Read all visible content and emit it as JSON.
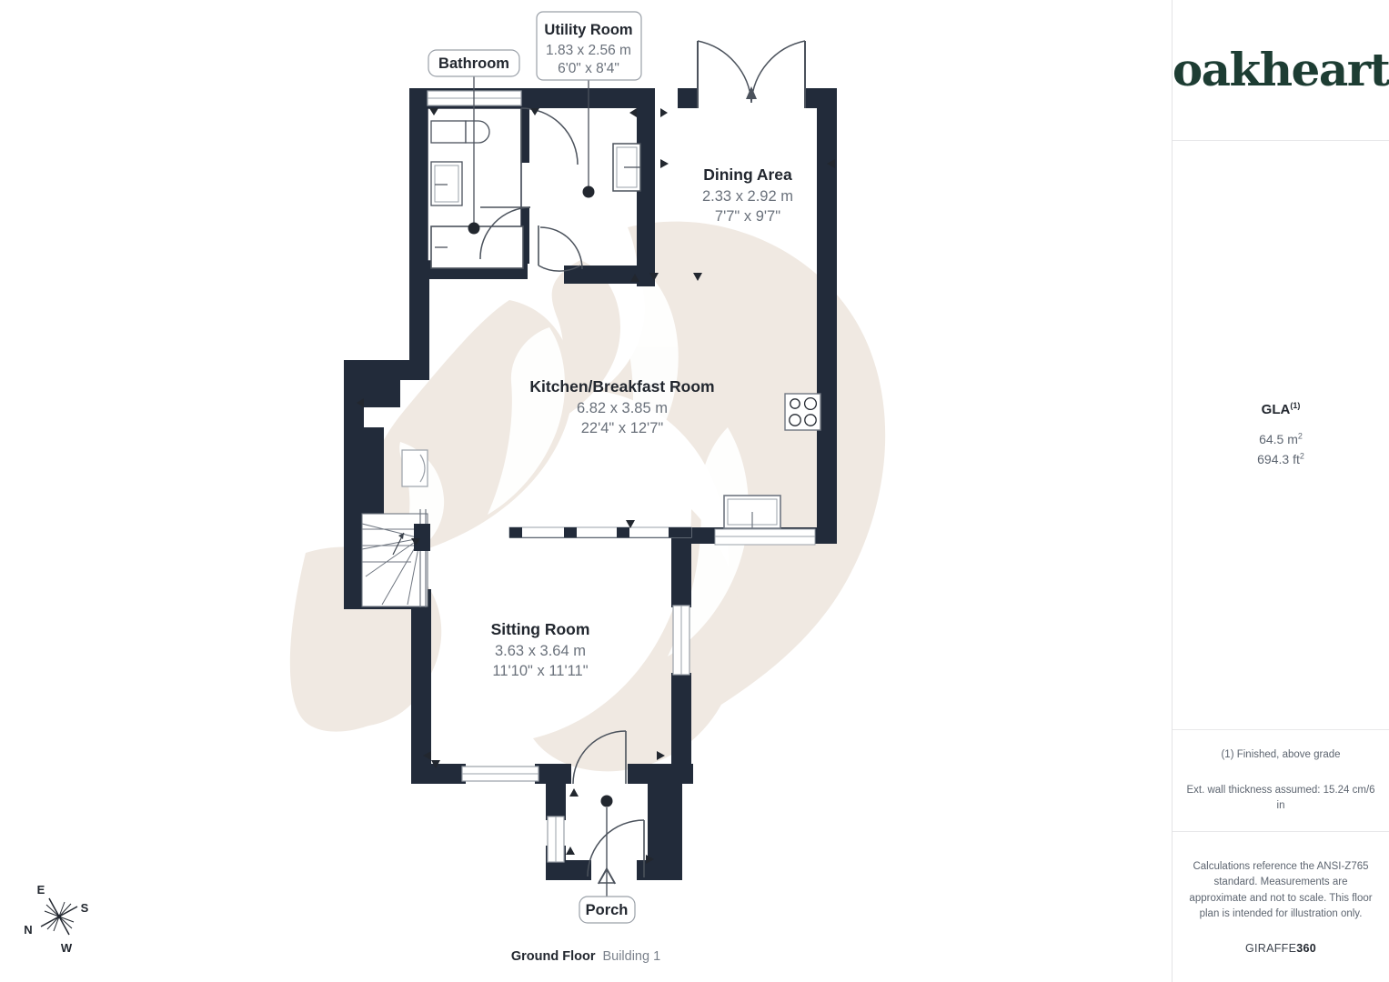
{
  "document": {
    "type": "floor-plan",
    "floor_caption": {
      "floor": "Ground Floor",
      "building": "Building 1"
    }
  },
  "brand": {
    "logo_text": "oakheart",
    "logo_color": "#1d3d33"
  },
  "side_panel": {
    "gla": {
      "title": "GLA",
      "title_superscript": "(1)",
      "metric": "64.5 m",
      "metric_superscript": "2",
      "imperial": "694.3 ft",
      "imperial_superscript": "2"
    },
    "notes": [
      "(1) Finished, above grade",
      "Ext. wall thickness assumed: 15.24 cm/6 in"
    ],
    "disclaimer": "Calculations reference the ANSI-Z765 standard. Measurements are approximate and not to scale. This floor plan is intended for illustration only.",
    "provider": {
      "prefix": "GIRAFFE",
      "suffix": "360"
    }
  },
  "rooms": [
    {
      "id": "utility-room",
      "name": "Utility Room",
      "metric": "1.83 x 2.56 m",
      "imperial": "6'0\" x 8'4\"",
      "label_style": "callout-box"
    },
    {
      "id": "bathroom",
      "name": "Bathroom",
      "metric": "",
      "imperial": "",
      "label_style": "callout-pill"
    },
    {
      "id": "dining-area",
      "name": "Dining Area",
      "metric": "2.33 x 2.92 m",
      "imperial": "7'7\" x 9'7\"",
      "label_style": "inline"
    },
    {
      "id": "kitchen-breakfast-room",
      "name": "Kitchen/Breakfast Room",
      "metric": "6.82 x 3.85 m",
      "imperial": "22'4\" x 12'7\"",
      "label_style": "inline"
    },
    {
      "id": "sitting-room",
      "name": "Sitting Room",
      "metric": "3.63 x 3.64 m",
      "imperial": "11'10\" x 11'11\"",
      "label_style": "inline"
    },
    {
      "id": "porch",
      "name": "Porch",
      "metric": "",
      "imperial": "",
      "label_style": "callout-pill-arrow"
    }
  ],
  "compass": {
    "north": "N",
    "east": "E",
    "south": "S",
    "west": "W"
  },
  "colors": {
    "wall": "#222b3a",
    "wall_fill": "#222b3a",
    "room_text": "#5d6570",
    "room_title": "#22272f",
    "watermark": "#efe8e1",
    "panel_divider": "#e8e8ea",
    "brand_green": "#1d3d33"
  }
}
